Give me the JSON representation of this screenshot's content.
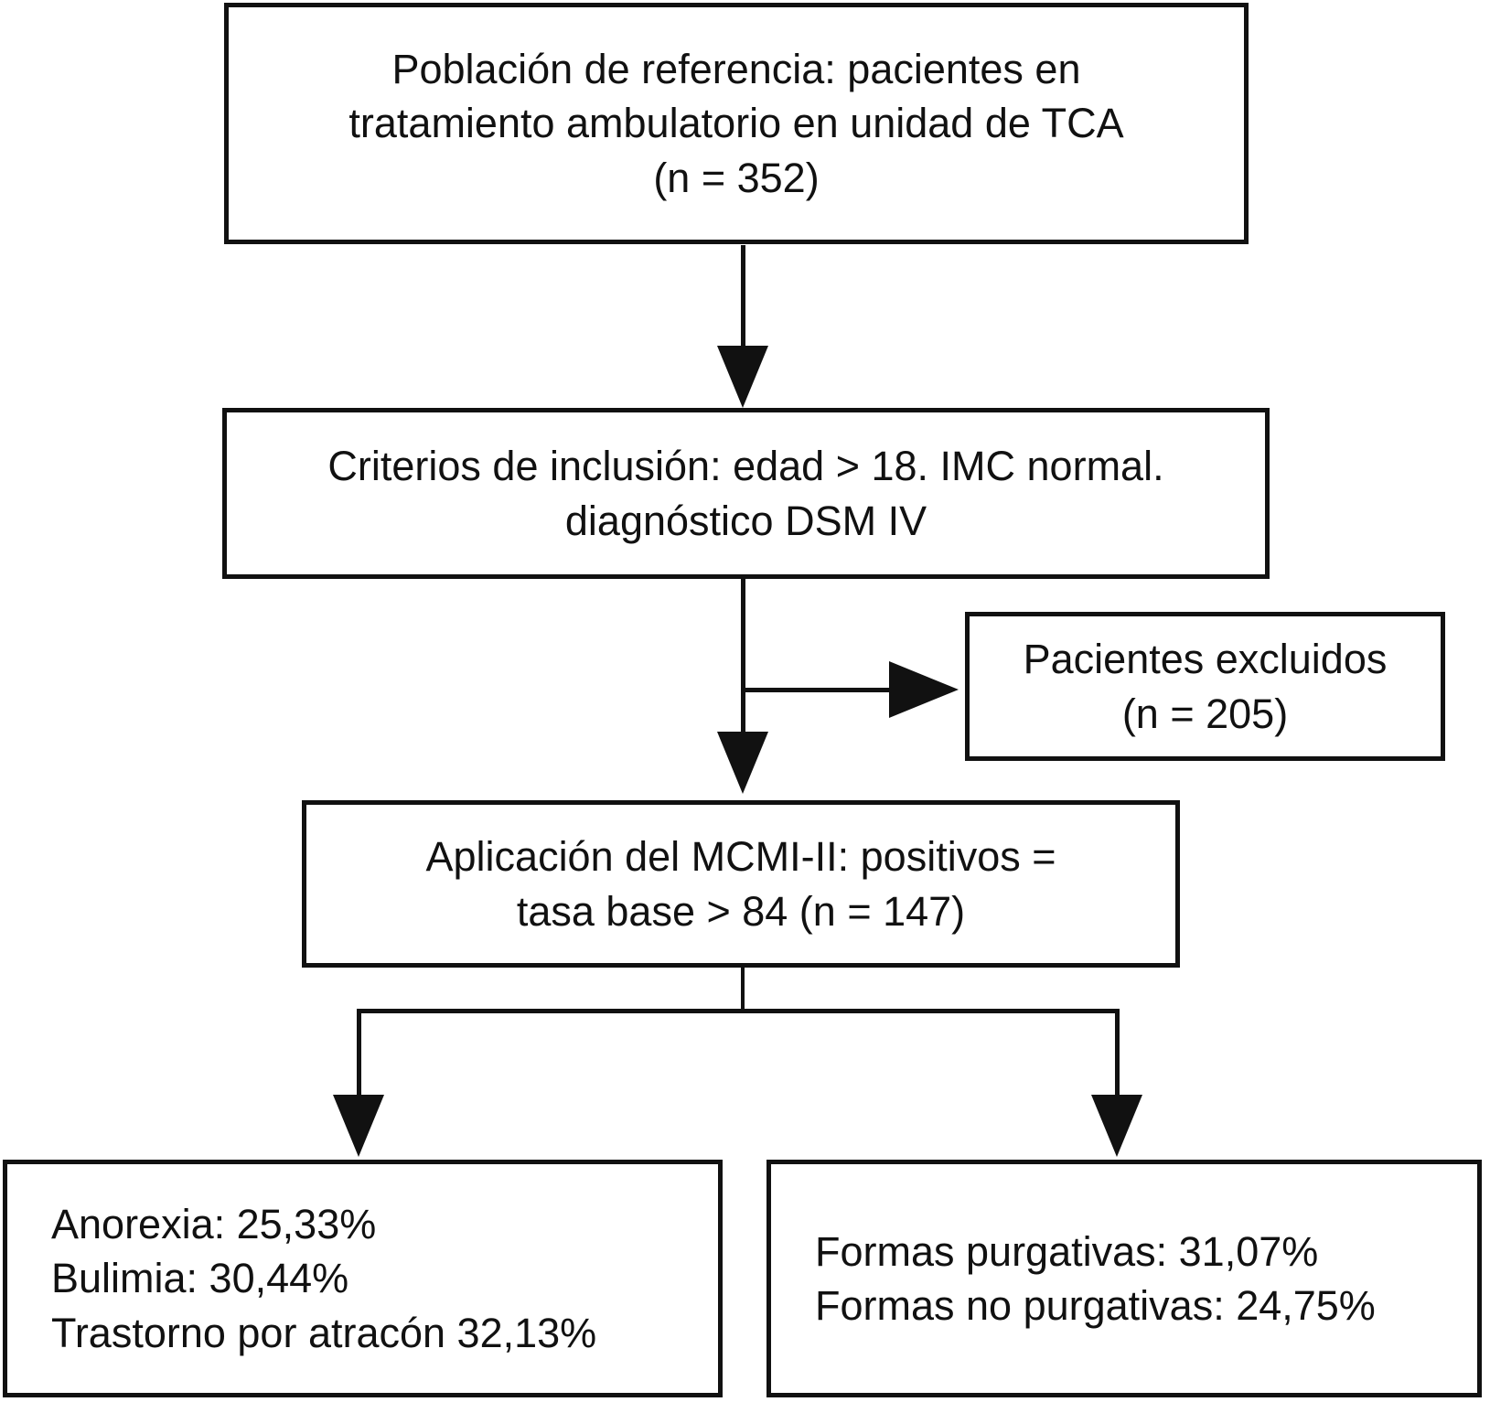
{
  "diagram": {
    "type": "study-flowchart",
    "background_color": "#ffffff",
    "line_color": "#111111",
    "nodes": {
      "reference_population": {
        "lines": [
          "Población de referencia: pacientes en",
          "tratamiento ambulatorio en unidad de TCA",
          "(n = 352)"
        ],
        "n": 352
      },
      "inclusion_criteria": {
        "lines": [
          "Criterios de inclusión: edad > 18. IMC normal.",
          "diagnóstico DSM IV"
        ]
      },
      "excluded_patients": {
        "lines": [
          "Pacientes excluidos",
          "(n = 205)"
        ],
        "n": 205
      },
      "mcmi_application": {
        "lines": [
          "Aplicación del MCMI-II: positivos =",
          "tasa base > 84 (n = 147)"
        ],
        "n": 147
      },
      "diagnosis_percentages": {
        "lines": [
          "Anorexia: 25,33%",
          "Bulimia: 30,44%",
          "Trastorno por atracón 32,13%"
        ],
        "values": {
          "anorexia_pct": "25,33%",
          "bulimia_pct": "30,44%",
          "trastorno_por_atracon_pct": "32,13%"
        }
      },
      "purgative_subtypes": {
        "lines": [
          "Formas purgativas: 31,07%",
          "Formas no purgativas: 24,75%"
        ],
        "values": {
          "formas_purgativas_pct": "31,07%",
          "formas_no_purgativas_pct": "24,75%"
        }
      }
    },
    "edges": [
      {
        "from": "reference_population",
        "to": "inclusion_criteria"
      },
      {
        "from": "inclusion_criteria",
        "to": "excluded_patients"
      },
      {
        "from": "inclusion_criteria",
        "to": "mcmi_application"
      },
      {
        "from": "mcmi_application",
        "to": "diagnosis_percentages"
      },
      {
        "from": "mcmi_application",
        "to": "purgative_subtypes"
      }
    ]
  }
}
